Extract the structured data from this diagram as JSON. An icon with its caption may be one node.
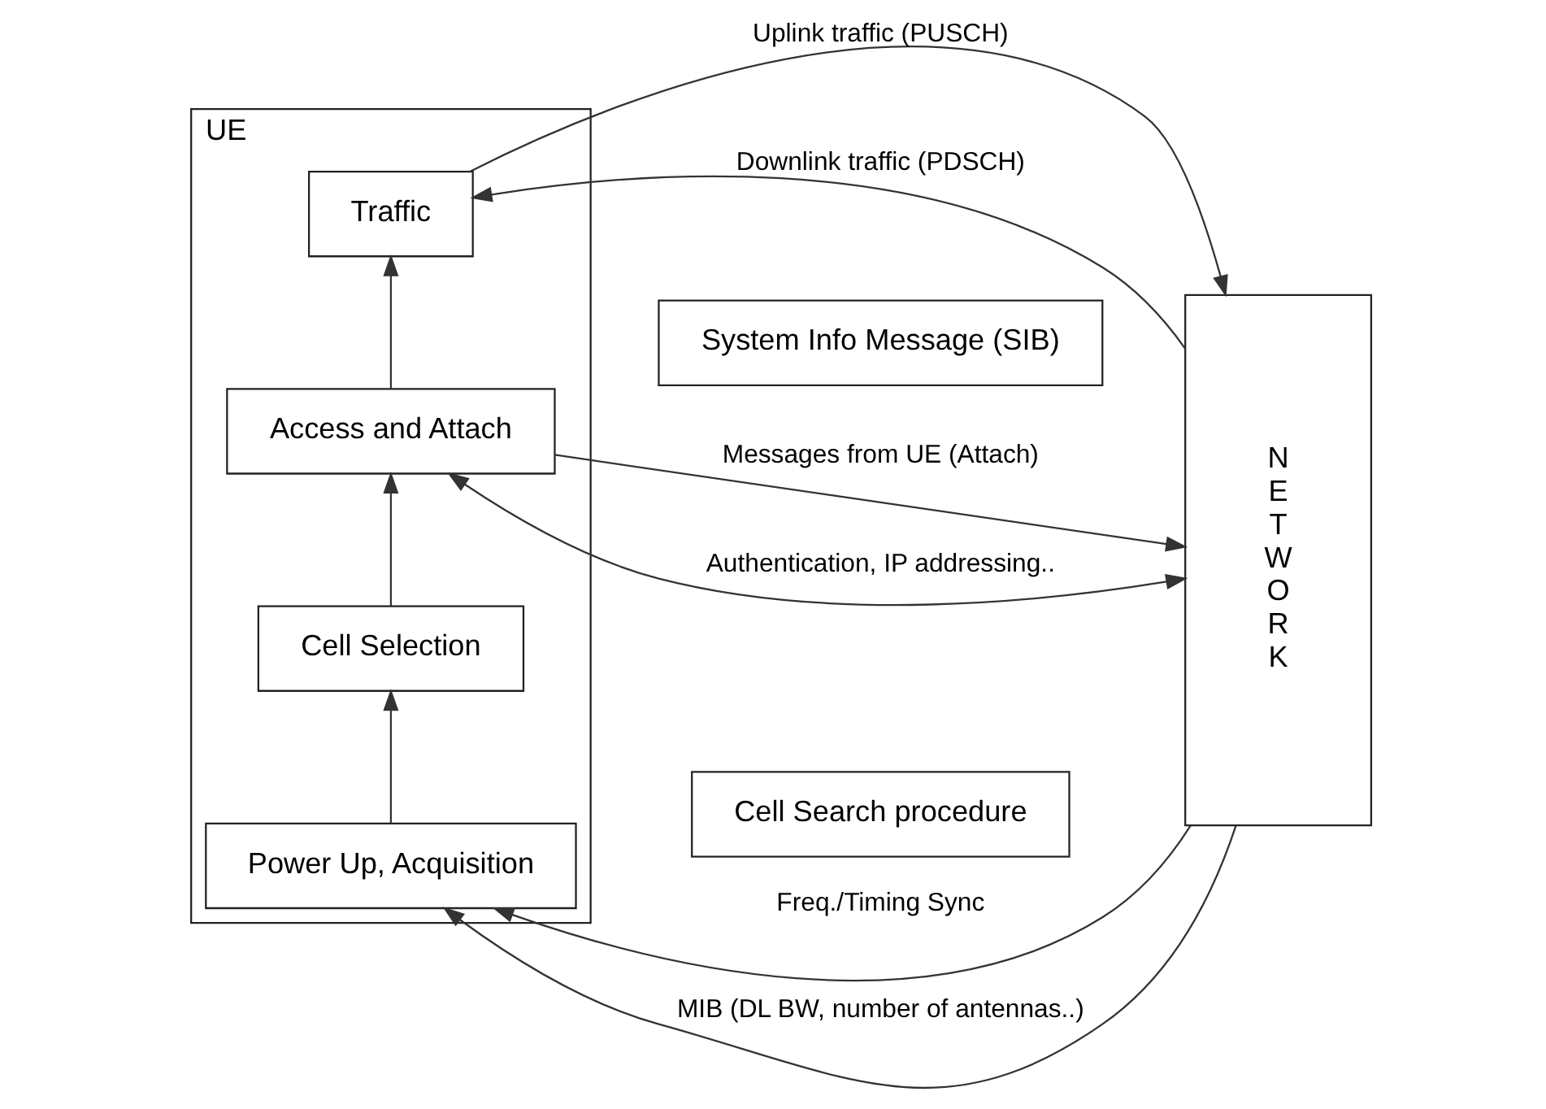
{
  "diagram": {
    "nodes": [
      {
        "text": [
          "UE"
        ]
      },
      {
        "text": [
          "Power Up, Acquisition"
        ],
        "in": 0
      },
      {
        "text": [
          "Cell Selection"
        ],
        "in": 0
      },
      {
        "text": [
          "Access and Attach"
        ],
        "in": 0
      },
      {
        "text": [
          "Traffic"
        ],
        "in": 0
      },
      {
        "text": [
          "Cell Search procedure"
        ]
      },
      {
        "text": [
          "System Info Message (SIB)"
        ]
      },
      {
        "text": [
          "NETWORK"
        ]
      }
    ],
    "edges": [
      {
        "from": 1,
        "to": 2,
        "arrow": "to"
      },
      {
        "from": 2,
        "to": 3,
        "arrow": "to"
      },
      {
        "from": 3,
        "to": 4,
        "arrow": "to"
      },
      {
        "from": 7,
        "to": 1,
        "arrow": "to",
        "label": "Freq./Timing Sync"
      },
      {
        "from": 7,
        "to": 1,
        "arrow": "to",
        "label": "MIB (DL BW, number of antennas..)"
      },
      {
        "from": 3,
        "to": 7,
        "arrow": "to",
        "label": "Messages from UE (Attach)"
      },
      {
        "from": 3,
        "to": 7,
        "arrow": "both",
        "label": "Authentication, IP addressing.."
      },
      {
        "from": 4,
        "to": 7,
        "arrow": "to",
        "label": "Uplink traffic (PUSCH)"
      },
      {
        "from": 7,
        "to": 4,
        "arrow": "to",
        "label": "Downlink traffic (PDSCH)"
      }
    ]
  }
}
